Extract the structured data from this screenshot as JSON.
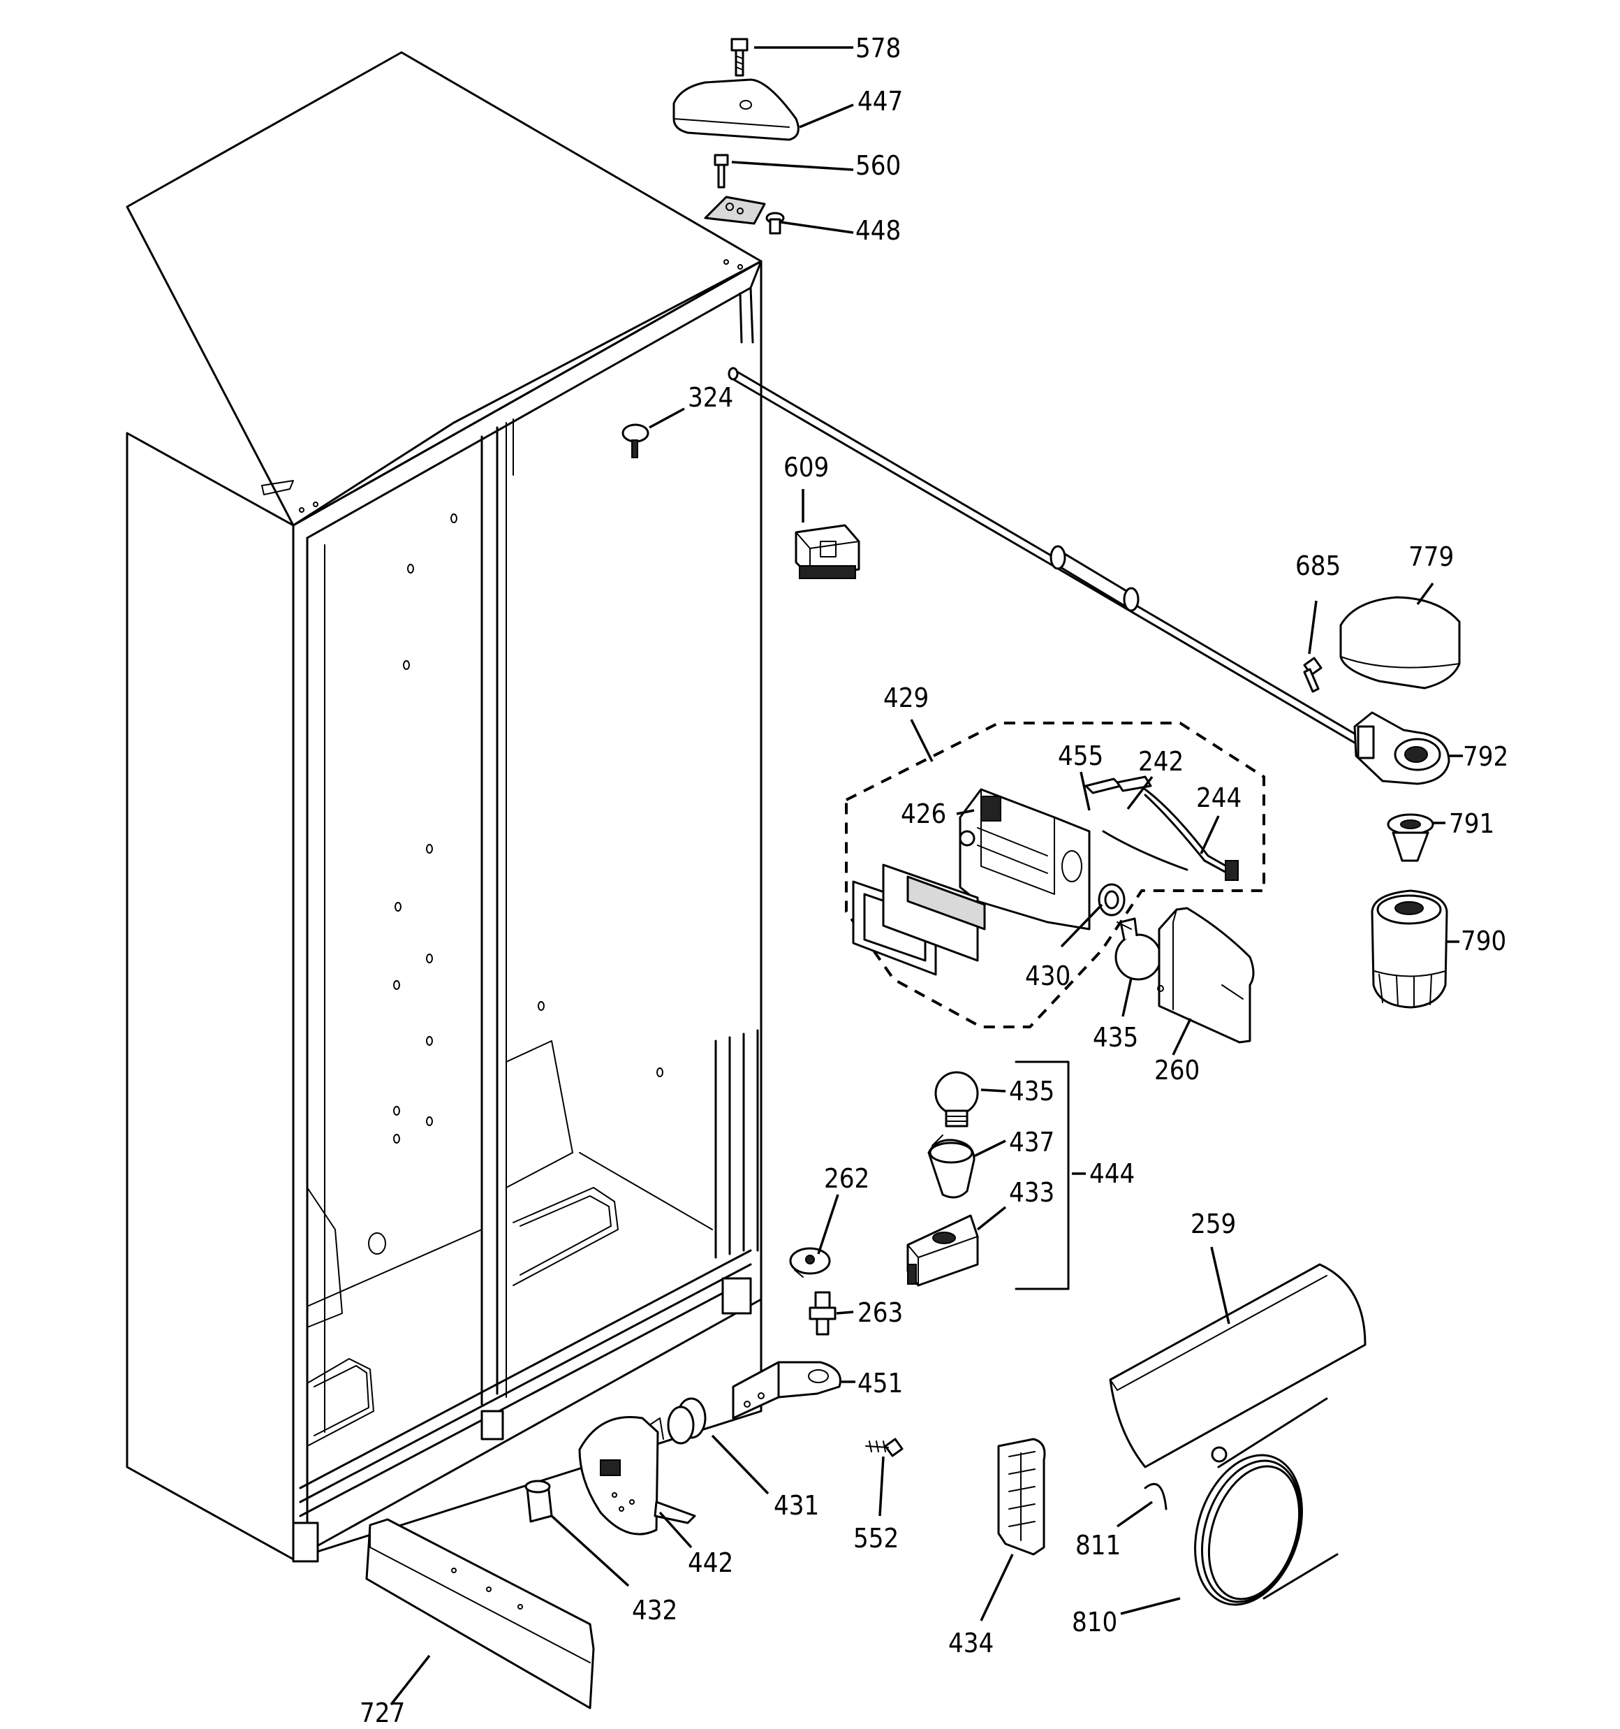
{
  "diagram": {
    "callouts": [
      {
        "id": "c578",
        "text": "578"
      },
      {
        "id": "c447",
        "text": "447"
      },
      {
        "id": "c560",
        "text": "560"
      },
      {
        "id": "c448",
        "text": "448"
      },
      {
        "id": "c324",
        "text": "324"
      },
      {
        "id": "c609",
        "text": "609"
      },
      {
        "id": "c685",
        "text": "685"
      },
      {
        "id": "c779",
        "text": "779"
      },
      {
        "id": "c792",
        "text": "792"
      },
      {
        "id": "c791",
        "text": "791"
      },
      {
        "id": "c790",
        "text": "790"
      },
      {
        "id": "c429",
        "text": "429"
      },
      {
        "id": "c455",
        "text": "455"
      },
      {
        "id": "c242",
        "text": "242"
      },
      {
        "id": "c244",
        "text": "244"
      },
      {
        "id": "c426",
        "text": "426"
      },
      {
        "id": "c430",
        "text": "430"
      },
      {
        "id": "c435a",
        "text": "435"
      },
      {
        "id": "c260",
        "text": "260"
      },
      {
        "id": "c435b",
        "text": "435"
      },
      {
        "id": "c437",
        "text": "437"
      },
      {
        "id": "c444",
        "text": "444"
      },
      {
        "id": "c433",
        "text": "433"
      },
      {
        "id": "c262",
        "text": "262"
      },
      {
        "id": "c263",
        "text": "263"
      },
      {
        "id": "c451",
        "text": "451"
      },
      {
        "id": "c259",
        "text": "259"
      },
      {
        "id": "c431",
        "text": "431"
      },
      {
        "id": "c552",
        "text": "552"
      },
      {
        "id": "c442",
        "text": "442"
      },
      {
        "id": "c811",
        "text": "811"
      },
      {
        "id": "c432",
        "text": "432"
      },
      {
        "id": "c434",
        "text": "434"
      },
      {
        "id": "c810",
        "text": "810"
      },
      {
        "id": "c727",
        "text": "727"
      }
    ]
  }
}
